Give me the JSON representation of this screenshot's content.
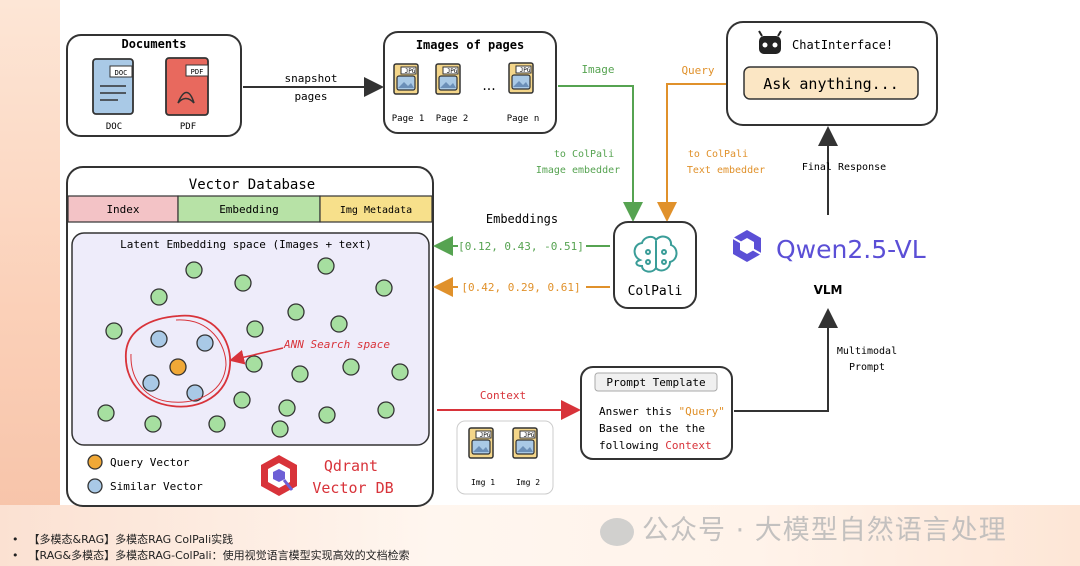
{
  "documents": {
    "title": "Documents",
    "doc_tag": "DOC",
    "pdf_tag": "PDF",
    "doc_label": "DOC",
    "pdf_label": "PDF"
  },
  "snapshot": {
    "line1": "snapshot",
    "line2": "pages"
  },
  "images_of_pages": {
    "title": "Images of pages",
    "tag": "JPG",
    "labels": [
      "Page 1",
      "Page 2",
      "Page n"
    ],
    "ellipsis": "..."
  },
  "image_arrow": {
    "label": "Image"
  },
  "query_arrow": {
    "label": "Query"
  },
  "chat": {
    "title": "ChatInterface!",
    "input": "Ask anything..."
  },
  "to_colpali_img": {
    "line1": "to ColPali",
    "line2": "Image embedder"
  },
  "to_colpali_text": {
    "line1": "to ColPali",
    "line2": "Text embedder"
  },
  "final_response": {
    "label": "Final Response"
  },
  "vector_db": {
    "title": "Vector Database",
    "columns": [
      "Index",
      "Embedding",
      "Img Metadata"
    ],
    "latent_title": "Latent Embedding space (Images + text)",
    "ann_label": "ANN Search space",
    "legend": [
      "Query Vector",
      "Similar Vector"
    ],
    "brand_line1": "Qdrant",
    "brand_line2": "Vector DB"
  },
  "embeddings": {
    "title": "Embeddings",
    "vector1": "[0.12, 0.43, -0.51]",
    "vector2": "[0.42, 0.29, 0.61]"
  },
  "colpali": {
    "label": "ColPali"
  },
  "qwen": {
    "name": "Qwen2.5-VL",
    "subtitle": "VLM"
  },
  "multimodal": {
    "line1": "Multimodal",
    "line2": "Prompt"
  },
  "context_arrow": {
    "label": "Context"
  },
  "imgs": {
    "tag": "JPG",
    "labels": [
      "Img 1",
      "Img 2"
    ]
  },
  "prompt_template": {
    "title": "Prompt Template",
    "line1a": "Answer this ",
    "line1b": "\"Query\"",
    "line2": "Based on the the",
    "line3a": "following ",
    "line3b": "Context"
  },
  "bullets": [
    "【多模态&RAG】多模态RAG ColPali实践",
    "【RAG&多模态】多模态RAG-ColPali：使用视觉语言模型实现高效的文档检索"
  ],
  "watermark": "公众号 · 大模型自然语言处理",
  "colors": {
    "green": "#56a351",
    "orange": "#e0912b",
    "red": "#d8333a",
    "blue": "#6aa2d2",
    "db_fill": "#eeecfa",
    "dot_green": "#a6dfa0",
    "qwen": "#5b4fd6"
  }
}
